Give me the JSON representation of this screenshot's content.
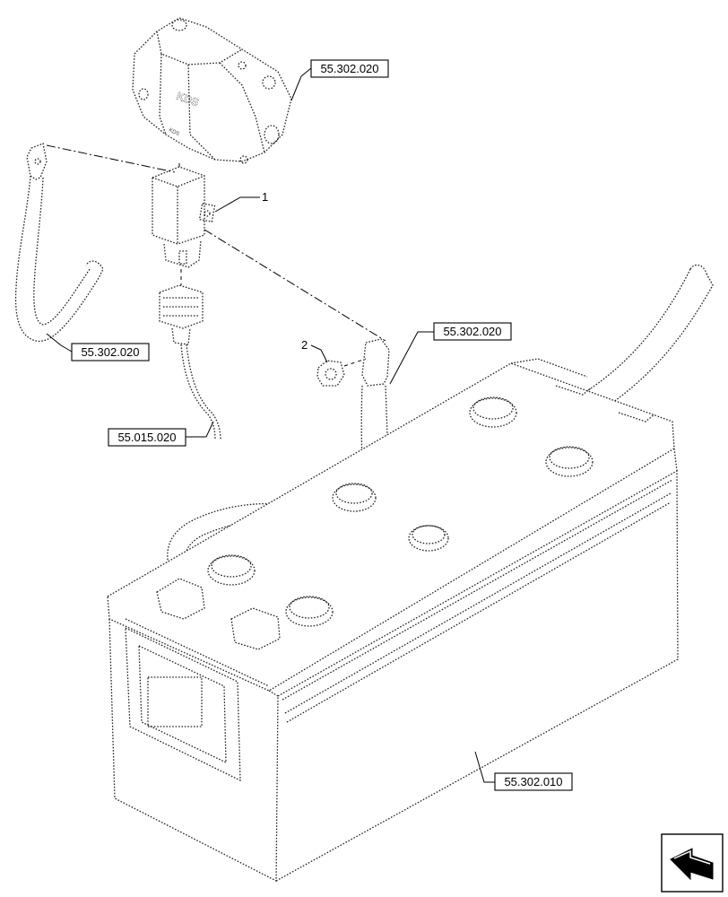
{
  "references": {
    "relay_cover": "55.302.020",
    "left_cable": "55.302.020",
    "battery_cable": "55.302.020",
    "harness": "55.015.020",
    "battery": "55.302.010"
  },
  "callouts": {
    "item_1": "1",
    "item_2": "2"
  },
  "cover_marking": "KDS",
  "cover_small_marking": "KDS",
  "icons": {
    "navigation": "navigation-arrow-icon"
  }
}
